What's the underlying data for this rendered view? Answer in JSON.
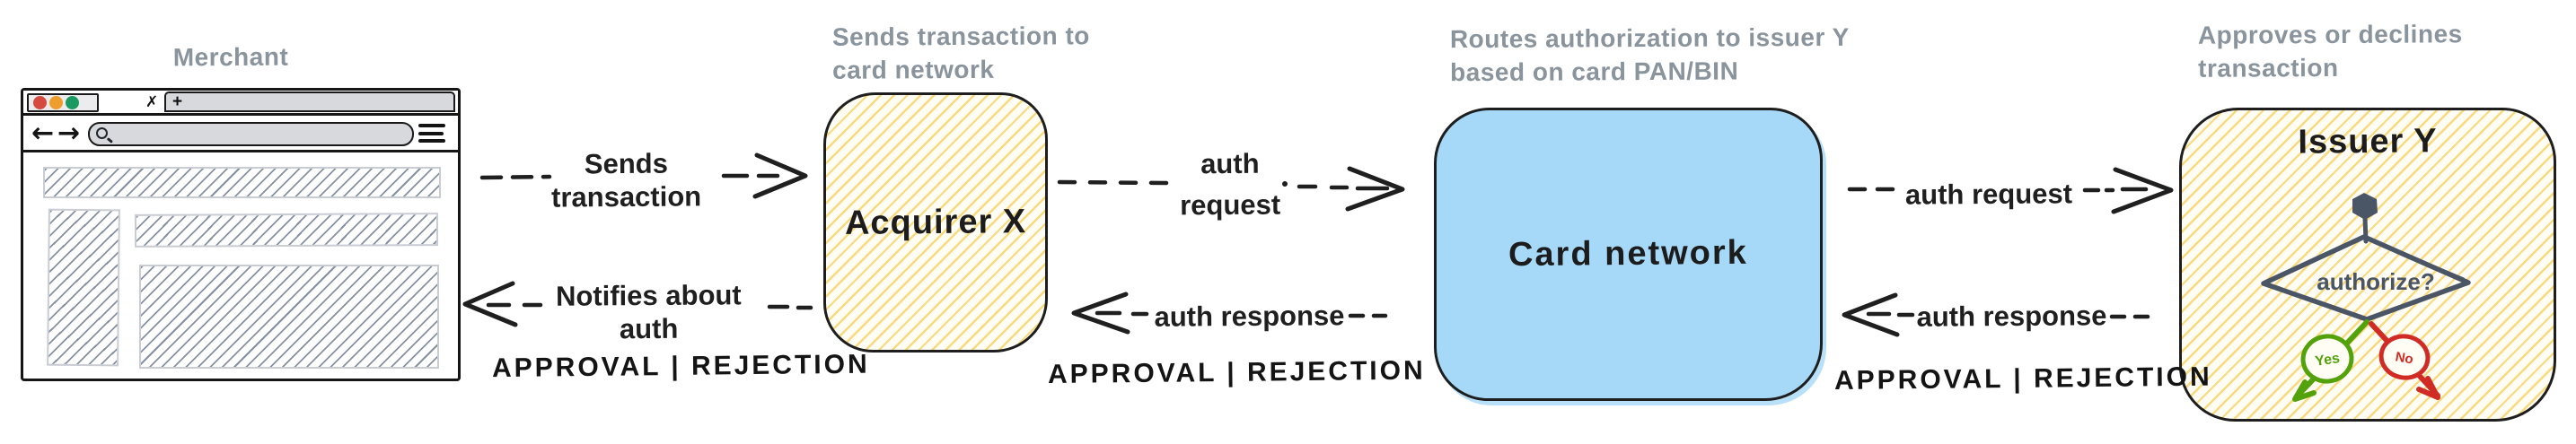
{
  "diagram_title_hint": "card payment authorization flow",
  "merchant": {
    "label": "Merchant"
  },
  "acquirer": {
    "note_line1": "Sends transaction to",
    "note_line2": "card network",
    "title": "Acquirer X"
  },
  "card_network": {
    "note_line1": "Routes authorization to issuer Y",
    "note_line2": "based on card PAN/BIN",
    "title": "Card network"
  },
  "issuer": {
    "note_line1": "Approves or declines",
    "note_line2": "transaction",
    "title": "Issuer Y",
    "decision_label": "authorize?",
    "yes_label": "Yes",
    "no_label": "No"
  },
  "flows": {
    "merchant_to_acquirer": {
      "label_line1": "Sends",
      "label_line2": "transaction"
    },
    "acquirer_to_merchant": {
      "label_line1": "Notifies about",
      "label_line2": "auth",
      "result": "APPROVAL | REJECTION"
    },
    "acquirer_to_network": {
      "label_line1": "auth",
      "label_line2": "request"
    },
    "network_to_acquirer": {
      "label": "auth response",
      "result": "APPROVAL | REJECTION"
    },
    "network_to_issuer": {
      "label": "auth request"
    },
    "issuer_to_network": {
      "label": "auth response",
      "result": "APPROVAL | REJECTION"
    }
  },
  "browser": {
    "close_tab_glyph": "✗",
    "new_tab_glyph": "+",
    "back_glyph": "←",
    "forward_glyph": "→"
  },
  "colors": {
    "ink": "#1F1F1F",
    "note_gray": "#8A949D",
    "acquirer_issuer_hatch_yellow": "#F6C740",
    "card_network_blue": "#A6D9F7",
    "flowchart_slate": "#4A5565",
    "yes_green": "#53A10B",
    "no_red": "#D02B24",
    "traffic_red": "#D64B40",
    "traffic_orange": "#EF9D2C",
    "traffic_green": "#1A9A60"
  }
}
